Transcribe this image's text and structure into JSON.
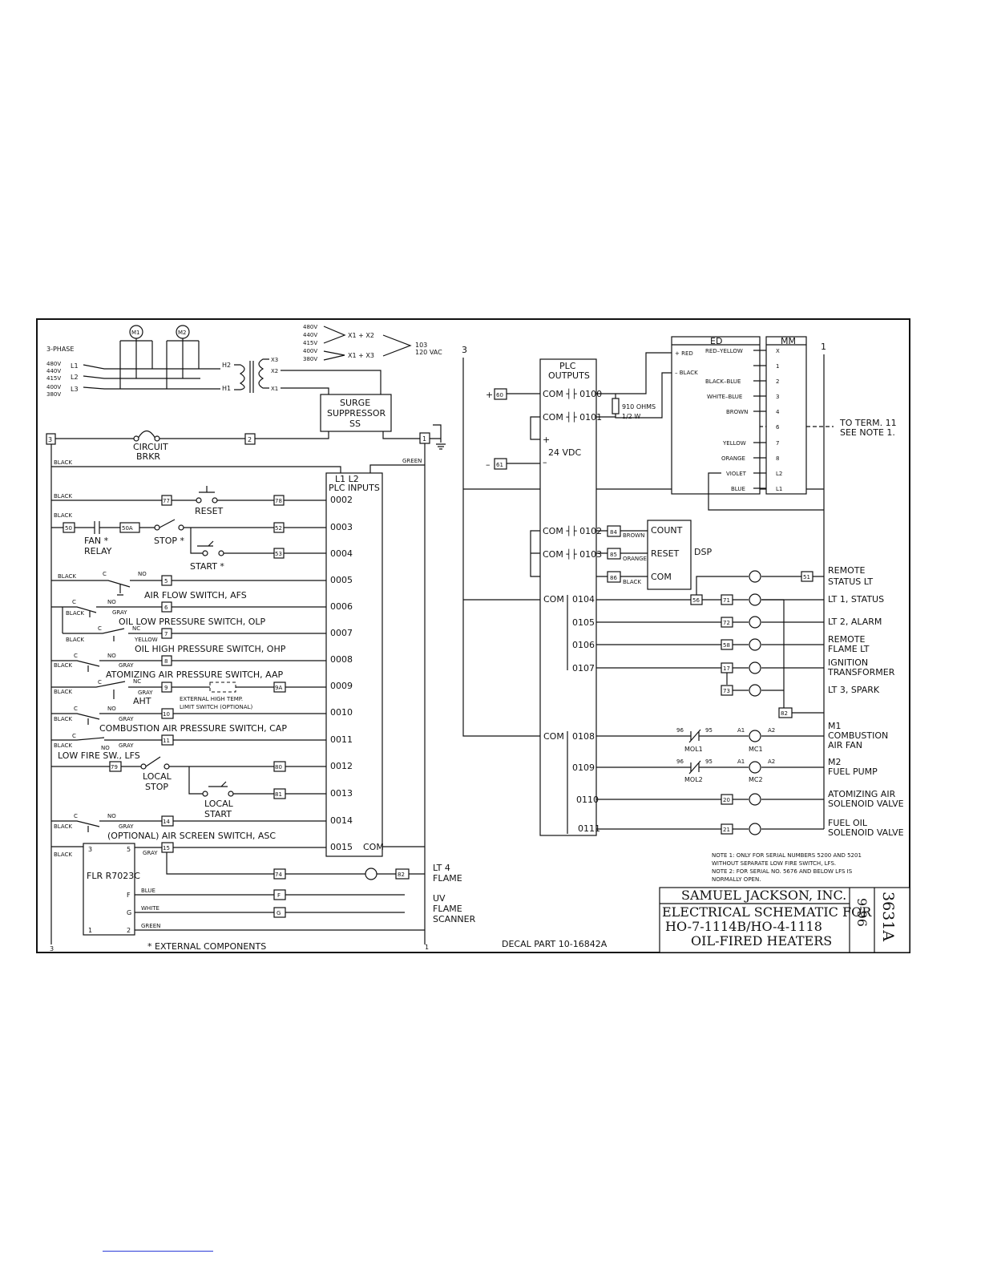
{
  "header": {
    "three_phase": "3-PHASE",
    "voltages": [
      "480V",
      "440V",
      "415V",
      "400V",
      "380V"
    ],
    "lines": [
      "L1",
      "L2",
      "L3"
    ],
    "motors": [
      "M1",
      "M2"
    ],
    "h_taps": [
      "H2",
      "H1"
    ],
    "x_taps": [
      "X3",
      "X2",
      "X1"
    ],
    "taps_top": [
      "480V",
      "440V",
      "415V",
      "400V",
      "380V"
    ],
    "tap_x1x2": "X1 + X2",
    "tap_x1x3": "X1 + X3",
    "out_103": "103",
    "out_120": "120 VAC",
    "surge": [
      "SURGE",
      "SUPPRESSOR",
      "SS"
    ],
    "circuit_breaker": [
      "CIRCUIT",
      "BRKR"
    ],
    "term3": "3",
    "term2": "2",
    "term1": "1",
    "wire_black": "BLACK",
    "wire_green": "GREEN"
  },
  "plc_inputs": {
    "title": [
      "L1   L2",
      "PLC INPUTS"
    ],
    "addresses": [
      "0002",
      "0003",
      "0004",
      "0005",
      "0006",
      "0007",
      "0008",
      "0009",
      "0010",
      "0011",
      "0012",
      "0013",
      "0014",
      "0015"
    ],
    "com": "COM"
  },
  "input_rungs": {
    "reset": {
      "in": "77",
      "out": "78",
      "label": "RESET"
    },
    "fan": {
      "a": "50",
      "b": "50A",
      "out": "52",
      "fan": "FAN *",
      "relay": "RELAY",
      "stop": "STOP *"
    },
    "start": {
      "out": "53",
      "label": "START *"
    },
    "afs": {
      "term": "5",
      "label": "AIR FLOW SWITCH, AFS"
    },
    "olp": {
      "term": "6",
      "label": "OIL LOW PRESSURE SWITCH, OLP"
    },
    "ohp": {
      "term": "7",
      "label": "OIL HIGH PRESSURE SWITCH, OHP"
    },
    "aap": {
      "term": "8",
      "label": "ATOMIZING AIR PRESSURE SWITCH, AAP"
    },
    "aht": {
      "a": "9",
      "b": "9A",
      "label": "AHT",
      "ext": [
        "EXTERNAL HIGH TEMP.",
        "LIMIT SWITCH (OPTIONAL)"
      ]
    },
    "cap": {
      "term": "10",
      "label": "COMBUSTION AIR PRESSURE SWITCH, CAP"
    },
    "lfs": {
      "term": "11",
      "label": "LOW FIRE SW., LFS"
    },
    "local_stop": {
      "in": "79",
      "out": "80",
      "label": [
        "LOCAL",
        "STOP"
      ]
    },
    "local_start": {
      "out": "81",
      "label": [
        "LOCAL",
        "START"
      ]
    },
    "asc": {
      "term": "14",
      "label": "(OPTIONAL) AIR SCREEN SWITCH, ASC"
    },
    "flame": {
      "term": "15",
      "relay": "FLR R7023C",
      "a": "74",
      "b": "82",
      "f": "F",
      "g": "G",
      "lt4": [
        "LT 4",
        "FLAME"
      ],
      "uv": [
        "UV",
        "FLAME",
        "SCANNER"
      ]
    },
    "contact_c": "C",
    "contact_no": "NO",
    "contact_nc": "NC",
    "wire_gray": "GRAY",
    "wire_yellow": "YELLOW",
    "wire_blue": "BLUE",
    "wire_white": "WHITE",
    "wire_green": "GREEN",
    "wire_black": "BLACK"
  },
  "plc_outputs": {
    "title": [
      "PLC",
      "OUTPUTS"
    ],
    "com_rows": [
      "COM ┤├ 0100",
      "COM ┤├ 0101",
      "COM ┤├ 0102",
      "COM ┤├ 0103"
    ],
    "vdc": "24 VDC",
    "t60": "60",
    "t61": "61",
    "resistor": [
      "910 OHMS",
      "1/2 W"
    ],
    "com": "COM",
    "addresses": [
      "0104",
      "0105",
      "0106",
      "0107",
      "0108",
      "0109",
      "0110",
      "0111"
    ]
  },
  "dsp": {
    "label": "DSP",
    "rows": [
      "COUNT",
      "RESET",
      "COM"
    ],
    "terms": [
      "84",
      "85",
      "86"
    ],
    "wires": [
      "BROWN",
      "ORANGE",
      "BLACK"
    ]
  },
  "ed_mm": {
    "ed": "ED",
    "mm": "MM",
    "red": "+ RED",
    "black": "– BLACK",
    "ed_pins": [
      "RED–YELLOW",
      "BLACK–BLUE",
      "WHITE–BLUE",
      "BROWN",
      "YELLOW",
      "ORANGE",
      "VIOLET",
      "BLUE"
    ],
    "mm_pins": [
      "X",
      "1",
      "2",
      "3",
      "4",
      "6",
      "7",
      "8",
      "L2",
      "L1"
    ],
    "term11": [
      "TO TERM. 11",
      "SEE NOTE 1."
    ]
  },
  "outputs": [
    {
      "terms": [
        "51"
      ],
      "label": [
        "REMOTE",
        "STATUS LT"
      ]
    },
    {
      "terms": [
        "56",
        "71"
      ],
      "label": [
        "LT 1, STATUS"
      ]
    },
    {
      "terms": [
        "72"
      ],
      "label": [
        "LT 2, ALARM"
      ]
    },
    {
      "terms": [
        "58"
      ],
      "label": [
        "REMOTE",
        "FLAME LT"
      ]
    },
    {
      "terms": [
        "17"
      ],
      "label": [
        "IGNITION",
        "TRANSFORMER"
      ]
    },
    {
      "terms": [
        "73"
      ],
      "label": [
        "LT 3, SPARK"
      ]
    },
    {
      "terms": [
        "82"
      ],
      "label": []
    },
    {
      "terms": [
        "96",
        "95",
        "A1",
        "A2"
      ],
      "coil": "MC1",
      "ol": "MOL1",
      "label": [
        "M1",
        "COMBUSTION",
        "AIR FAN"
      ]
    },
    {
      "terms": [
        "96",
        "95",
        "A1",
        "A2"
      ],
      "coil": "MC2",
      "ol": "MOL2",
      "label": [
        "M2",
        "FUEL PUMP"
      ]
    },
    {
      "terms": [
        "20"
      ],
      "label": [
        "ATOMIZING AIR",
        "SOLENOID VALVE"
      ]
    },
    {
      "terms": [
        "21"
      ],
      "label": [
        "FUEL OIL",
        "SOLENOID VALVE"
      ]
    }
  ],
  "notes": [
    "NOTE 1: ONLY FOR SERIAL NUMBERS 5200 AND 5201",
    "WITHOUT SEPARATE LOW FIRE SWITCH, LFS.",
    "NOTE 2: FOR SERIAL NO. 5676 AND BELOW LFS IS",
    "NORMALLY OPEN."
  ],
  "title_block": {
    "company": "SAMUEL JACKSON, INC.",
    "title": [
      "ELECTRICAL SCHEMATIC FOR",
      "HO-7-1114B/HO-4-1118",
      "OIL-FIRED HEATERS"
    ],
    "drawing_no": "3631A",
    "date": "9-96"
  },
  "footer": {
    "left_num": "3",
    "ext": "* EXTERNAL COMPONENTS",
    "right_num": "1",
    "decal": "DECAL PART 10-16842A",
    "rail_num": "3",
    "rail_right": "1"
  }
}
